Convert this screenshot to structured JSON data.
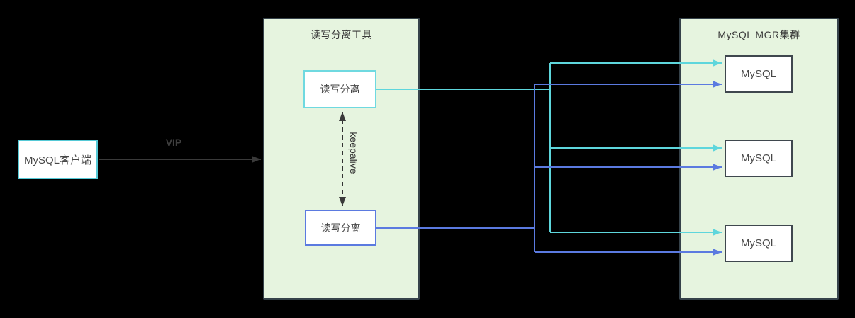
{
  "diagram": {
    "client": {
      "label": "MySQL客户端"
    },
    "vip_label": "VIP",
    "rw_group": {
      "title": "读写分离工具",
      "node_top": "读写分离",
      "node_bottom": "读写分离",
      "keepalive_label": "keepalive"
    },
    "mgr_group": {
      "title": "MySQL MGR集群",
      "nodes": [
        "MySQL",
        "MySQL",
        "MySQL"
      ]
    },
    "colors": {
      "background": "#000000",
      "group_fill": "#e6f4df",
      "group_border": "#36424a",
      "cyan_accent": "#5ed6dc",
      "blue_accent": "#5b7ae0",
      "dark_line": "#3a3a3a"
    }
  }
}
